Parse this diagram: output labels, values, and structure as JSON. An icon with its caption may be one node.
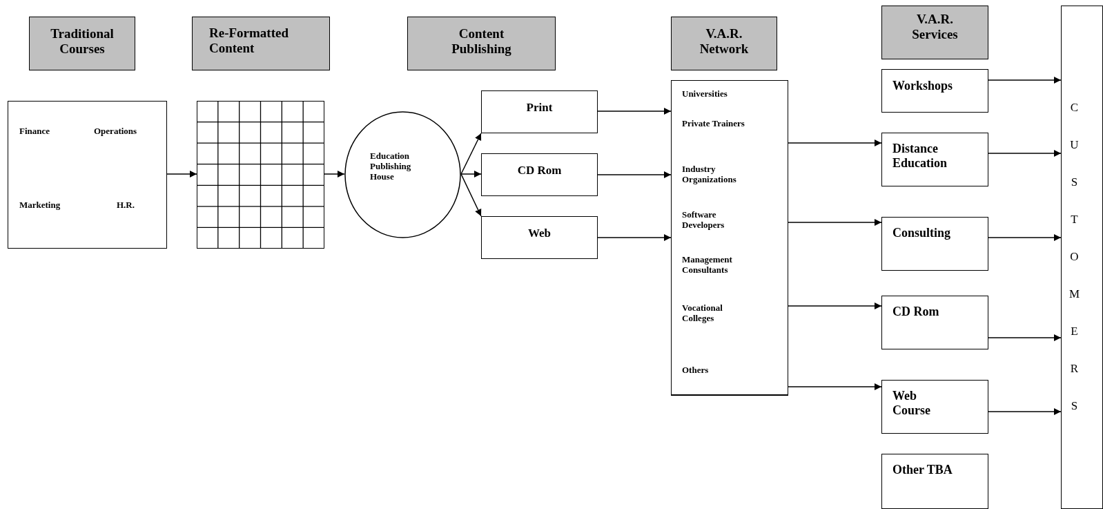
{
  "diagram": {
    "nodes": [
      {
        "text": [
          "Traditional Courses"
        ]
      },
      {
        "text": [
          "Re-Formatted Content"
        ]
      },
      {
        "text": [
          "Content Publishing"
        ]
      },
      {
        "text": [
          "V.A.R. Network"
        ]
      },
      {
        "text": [
          "V.A.R. Services"
        ]
      },
      {
        "text": [],
        "shape": "box"
      },
      {
        "text": [
          "Finance"
        ],
        "in": 5
      },
      {
        "text": [
          "Operations"
        ],
        "in": 5
      },
      {
        "text": [
          "Marketing"
        ],
        "in": 5
      },
      {
        "text": [
          "H.R."
        ],
        "in": 5
      },
      {
        "text": [],
        "shape": "grid"
      },
      {
        "text": [
          "Education Publishing House"
        ]
      },
      {
        "text": [
          "Print"
        ]
      },
      {
        "text": [
          "CD Rom"
        ]
      },
      {
        "text": [
          "Web"
        ]
      },
      {
        "text": [],
        "shape": "box"
      },
      {
        "text": [
          "Universities"
        ],
        "in": 15
      },
      {
        "text": [
          "Private Trainers"
        ],
        "in": 15
      },
      {
        "text": [
          "Industry Organizations"
        ],
        "in": 15
      },
      {
        "text": [
          "Software Developers"
        ],
        "in": 15
      },
      {
        "text": [
          "Management Consultants"
        ],
        "in": 15
      },
      {
        "text": [
          "Vocational Colleges"
        ],
        "in": 15
      },
      {
        "text": [
          "Others"
        ],
        "in": 15
      },
      {
        "text": [
          "Workshops"
        ]
      },
      {
        "text": [
          "Distance Education"
        ]
      },
      {
        "text": [
          "Consulting"
        ]
      },
      {
        "text": [
          "CD Rom"
        ]
      },
      {
        "text": [
          "Web Course"
        ]
      },
      {
        "text": [
          "Other TBA"
        ]
      },
      {
        "text": [
          "CUSTOMERS"
        ]
      }
    ],
    "edges": [
      {
        "from": 5,
        "to": 10,
        "arrow": "to"
      },
      {
        "from": 10,
        "to": 11,
        "arrow": "to"
      },
      {
        "from": 11,
        "to": 12,
        "arrow": "to"
      },
      {
        "from": 11,
        "to": 13,
        "arrow": "to"
      },
      {
        "from": 11,
        "to": 14,
        "arrow": "to"
      },
      {
        "from": 12,
        "to": 15,
        "arrow": "to"
      },
      {
        "from": 13,
        "to": 15,
        "arrow": "to"
      },
      {
        "from": 14,
        "to": 15,
        "arrow": "to"
      },
      {
        "from": 15,
        "to": 24,
        "arrow": "to"
      },
      {
        "from": 15,
        "to": 25,
        "arrow": "to"
      },
      {
        "from": 15,
        "to": 26,
        "arrow": "to"
      },
      {
        "from": 15,
        "to": 27,
        "arrow": "to"
      },
      {
        "from": 23,
        "to": 29,
        "arrow": "to"
      },
      {
        "from": 24,
        "to": 29,
        "arrow": "to"
      },
      {
        "from": 25,
        "to": 29,
        "arrow": "to"
      },
      {
        "from": 26,
        "to": 29,
        "arrow": "to"
      },
      {
        "from": 27,
        "to": 29,
        "arrow": "to"
      }
    ]
  }
}
